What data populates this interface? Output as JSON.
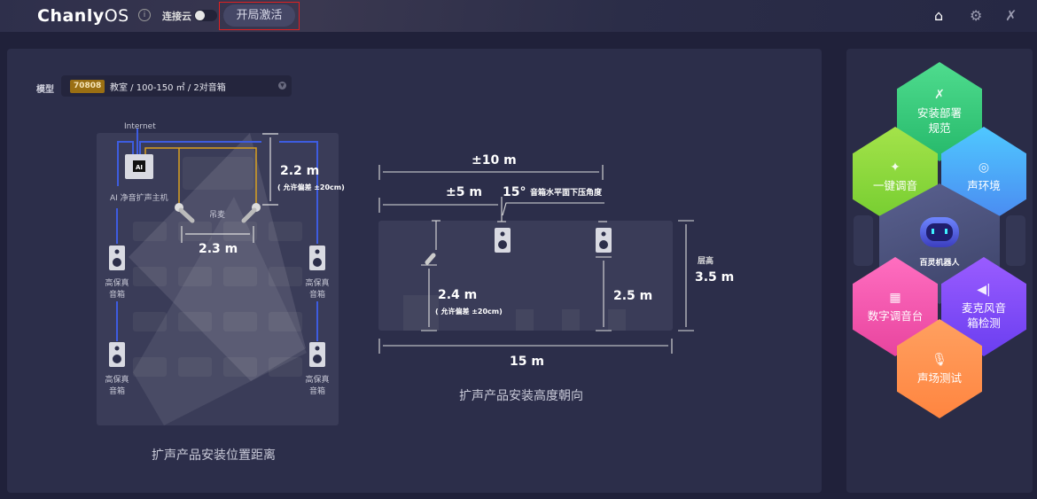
{
  "header": {
    "logo_bold": "Chanly",
    "logo_light": "OS",
    "cloud_label": "连接云",
    "cloud_enabled": false,
    "activate_button": "开局激活",
    "icons": [
      "info-icon",
      "home-icon",
      "gear-icon",
      "tools-icon"
    ]
  },
  "model": {
    "label": "模型",
    "code": "70808",
    "value": "教室 / 100-150 ㎡ / 2对音箱"
  },
  "layout_diagram": {
    "internet": "Internet",
    "host": "AI 净音扩声主机",
    "host_badge": "AI",
    "mic": "吊麦",
    "mic_spacing": "2.3 m",
    "mic_height": "2.2 m",
    "tolerance": "( 允许偏差 ±20cm)",
    "speaker_line1": "高保真",
    "speaker_line2": "音箱",
    "caption": "扩声产品安装位置距离"
  },
  "height_diagram": {
    "range_10": "±10 m",
    "range_5": "±5 m",
    "angle": "15°",
    "angle_label": "音箱水平面下压角度",
    "mic_height": "2.4 m",
    "tolerance": "( 允许偏差 ±20cm)",
    "speaker_height": "2.5 m",
    "floor_label": "层高",
    "floor_height": "3.5 m",
    "length": "15 m",
    "caption": "扩声产品安装高度朝向"
  },
  "menu": {
    "install": "安装部署规范",
    "tune": "一键调音",
    "env": "声环境",
    "robot": "百灵机器人",
    "mixer": "数字调音台",
    "mic_check": "麦克风音箱检测",
    "field_test": "声场测试"
  },
  "colors": {
    "accent": "#454766",
    "code_badge": "#9a6f13",
    "wire_blue": "#3d5ce0",
    "wire_orange": "#d9a021"
  }
}
